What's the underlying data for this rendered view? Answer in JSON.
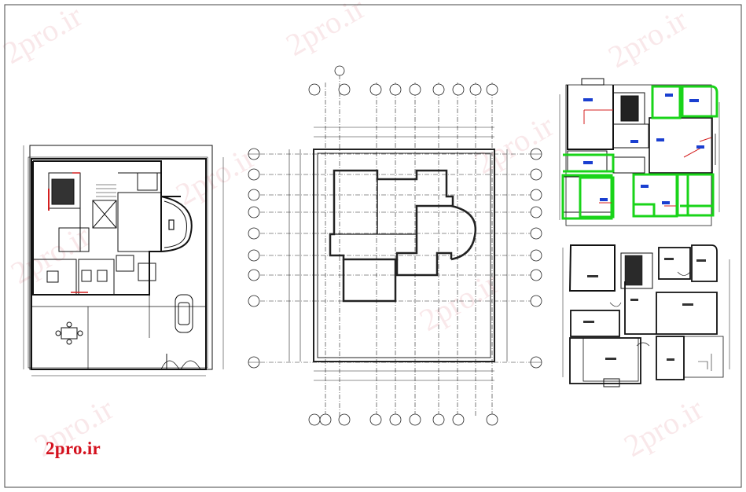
{
  "logo": {
    "text": "2pro.ir",
    "color": "#d4111e"
  },
  "watermark": {
    "text": "2pro.ir",
    "count": 9
  },
  "colors": {
    "line": "#111111",
    "grid": "#222222",
    "green_highlight": "#19d419",
    "red_accent": "#d42020",
    "blue_label": "#1a3fd0"
  },
  "drawings": {
    "left": {
      "name": "ground-floor-plan-with-parking"
    },
    "center": {
      "name": "column-grid-layout-plan"
    },
    "right": {
      "names": [
        "highlighted-floor-plan",
        "upper-floor-plan"
      ]
    }
  }
}
